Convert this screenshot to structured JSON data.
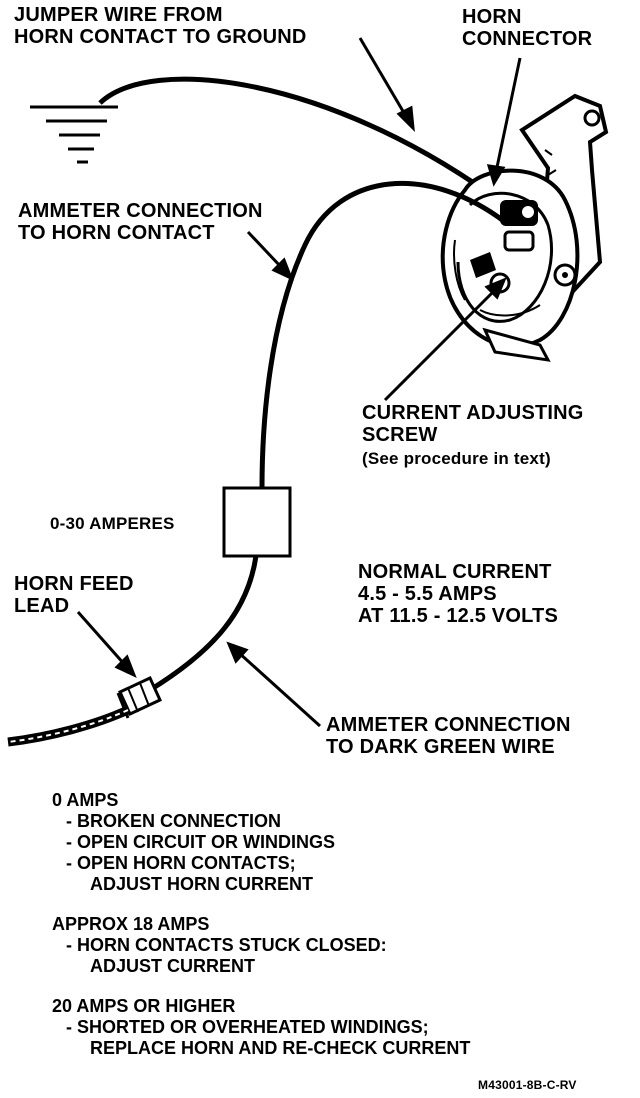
{
  "labels": {
    "jumper_line1": "JUMPER WIRE FROM",
    "jumper_line2": "HORN CONTACT TO GROUND",
    "horn_connector_line1": "HORN",
    "horn_connector_line2": "CONNECTOR",
    "ammeter_contact_line1": "AMMETER CONNECTION",
    "ammeter_contact_line2": "TO HORN CONTACT",
    "screw_line1": "CURRENT ADJUSTING",
    "screw_line2": "SCREW",
    "screw_line3": "(See procedure in text)",
    "ammeter_range": "0-30 AMPERES",
    "normal_line1": "NORMAL CURRENT",
    "normal_line2": "4.5 - 5.5 AMPS",
    "normal_line3": "AT 11.5 - 12.5 VOLTS",
    "feed_line1": "HORN FEED",
    "feed_line2": "LEAD",
    "green_line1": "AMMETER CONNECTION",
    "green_line2": "TO DARK GREEN WIRE"
  },
  "diagnostics": [
    {
      "heading": "0 AMPS",
      "items": [
        "- BROKEN CONNECTION",
        "- OPEN CIRCUIT OR WINDINGS",
        "- OPEN HORN CONTACTS;",
        "ADJUST HORN CURRENT"
      ]
    },
    {
      "heading": "APPROX 18 AMPS",
      "items": [
        "- HORN CONTACTS STUCK CLOSED:",
        "ADJUST CURRENT"
      ]
    },
    {
      "heading": "20 AMPS OR HIGHER",
      "items": [
        "- SHORTED OR OVERHEATED WINDINGS;",
        "REPLACE HORN AND RE-CHECK CURRENT"
      ]
    }
  ],
  "figure_code": "M43001-8B-C-RV"
}
